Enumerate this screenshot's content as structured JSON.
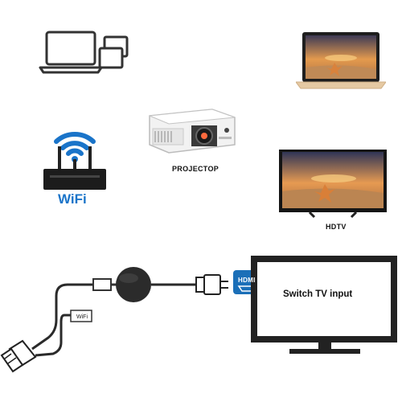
{
  "devices": {
    "laptop_phone_icon": "laptop-phone-icon",
    "laptop_photo": "laptop-beach-image",
    "router_icon": "wifi-router-icon",
    "projector_icon": "projector-icon",
    "hdtv_icon": "hdtv-beach-image",
    "dongle_icon": "chromecast-dongle-icon"
  },
  "labels": {
    "projector": "PROJECTOP",
    "hdtv": "HDTV",
    "wifi": "WiFi",
    "hdmi": "HDMI",
    "switch_tv_input": "Switch TV input",
    "cable_wifi": "WiFi"
  },
  "colors": {
    "wifi_blue": "#1a74c9",
    "hdmi_badge": "#1b6fb8",
    "tv_frame": "#222222",
    "dongle": "#2b2b2b"
  }
}
